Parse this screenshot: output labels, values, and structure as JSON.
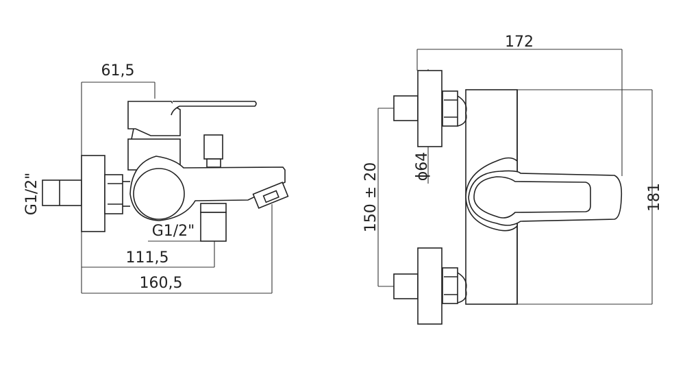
{
  "side_view": {
    "dim_top": "61,5",
    "dim_inlet_thread": "G1/2\"",
    "dim_outlet_thread": "G1/2\"",
    "dim_outlet_offset": "111,5",
    "dim_total_depth": "160,5"
  },
  "front_view": {
    "dim_width": "172",
    "dim_height": "181",
    "dim_plate_diameter": "ϕ64",
    "dim_centers": "150 ± 20"
  }
}
